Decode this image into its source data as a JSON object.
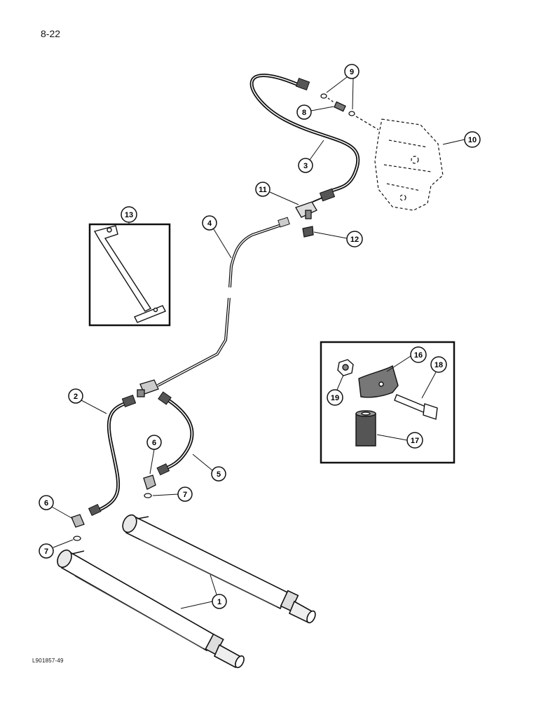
{
  "page": {
    "number": "8-22",
    "code": "L901857-49"
  },
  "callouts": [
    "1",
    "1",
    "2",
    "3",
    "4",
    "5",
    "6",
    "6",
    "7",
    "7",
    "8",
    "9",
    "10",
    "11",
    "12",
    "13",
    "16",
    "17",
    "18",
    "19"
  ]
}
